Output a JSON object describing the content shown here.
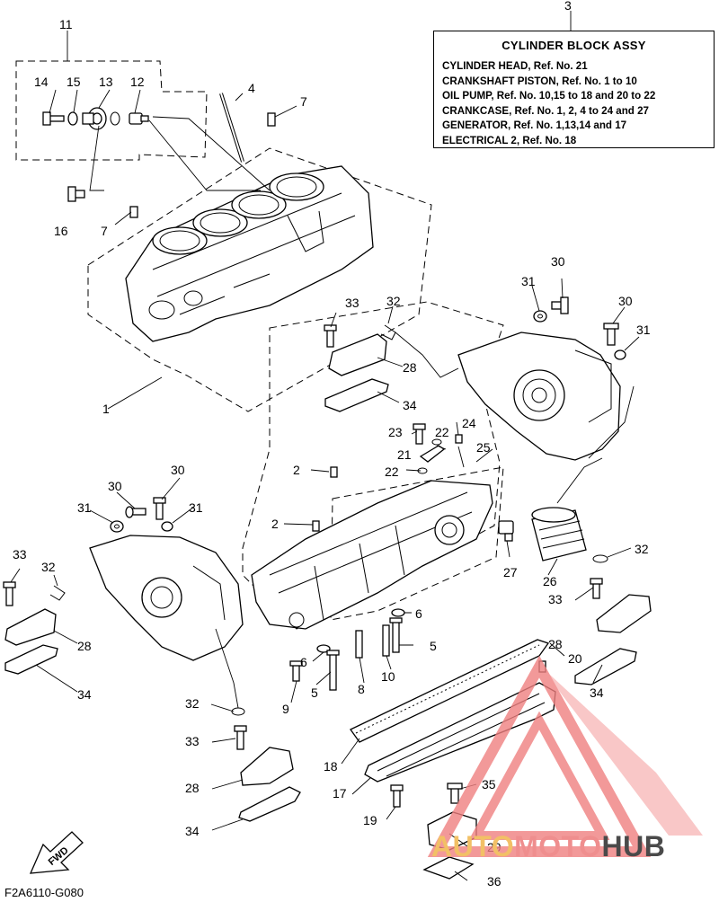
{
  "reference_box": {
    "title": "CYLINDER BLOCK ASSY",
    "lines": [
      "CYLINDER HEAD, Ref. No. 21",
      "CRANKSHAFT PISTON, Ref. No. 1 to 10",
      "OIL PUMP, Ref. No. 10,15 to 18 and 20 to 22",
      "CRANKCASE,  Ref. No. 1, 2, 4 to 24 and 27",
      "GENERATOR, Ref. No. 1,13,14 and 17",
      "ELECTRICAL 2, Ref. No. 18"
    ]
  },
  "part_numbers": [
    "1",
    "2",
    "3",
    "4",
    "5",
    "6",
    "7",
    "8",
    "9",
    "10",
    "11",
    "12",
    "13",
    "14",
    "15",
    "16",
    "17",
    "18",
    "19",
    "20",
    "21",
    "22",
    "23",
    "24",
    "25",
    "26",
    "27",
    "28",
    "29",
    "30",
    "31",
    "32",
    "33",
    "34",
    "35",
    "36"
  ],
  "labels": [
    {
      "id": "3",
      "text": "3"
    },
    {
      "id": "11",
      "text": "11"
    },
    {
      "id": "14",
      "text": "14"
    },
    {
      "id": "15",
      "text": "15"
    },
    {
      "id": "13",
      "text": "13"
    },
    {
      "id": "12",
      "text": "12"
    },
    {
      "id": "4",
      "text": "4"
    },
    {
      "id": "7a",
      "text": "7"
    },
    {
      "id": "7b",
      "text": "7"
    },
    {
      "id": "16",
      "text": "16"
    },
    {
      "id": "30a",
      "text": "30"
    },
    {
      "id": "31a",
      "text": "31"
    },
    {
      "id": "30b",
      "text": "30"
    },
    {
      "id": "31b",
      "text": "31"
    },
    {
      "id": "33a",
      "text": "33"
    },
    {
      "id": "32a",
      "text": "32"
    },
    {
      "id": "28a",
      "text": "28"
    },
    {
      "id": "34a",
      "text": "34"
    },
    {
      "id": "1",
      "text": "1"
    },
    {
      "id": "23",
      "text": "23"
    },
    {
      "id": "22a",
      "text": "22"
    },
    {
      "id": "24",
      "text": "24"
    },
    {
      "id": "21",
      "text": "21"
    },
    {
      "id": "25",
      "text": "25"
    },
    {
      "id": "22b",
      "text": "22"
    },
    {
      "id": "2a",
      "text": "2"
    },
    {
      "id": "2b",
      "text": "2"
    },
    {
      "id": "30c",
      "text": "30"
    },
    {
      "id": "31c",
      "text": "31"
    },
    {
      "id": "30d",
      "text": "30"
    },
    {
      "id": "31d",
      "text": "31"
    },
    {
      "id": "33b",
      "text": "33"
    },
    {
      "id": "32b",
      "text": "32"
    },
    {
      "id": "28b",
      "text": "28"
    },
    {
      "id": "34b",
      "text": "34"
    },
    {
      "id": "27",
      "text": "27"
    },
    {
      "id": "26",
      "text": "26"
    },
    {
      "id": "32c",
      "text": "32"
    },
    {
      "id": "33c",
      "text": "33"
    },
    {
      "id": "6a",
      "text": "6"
    },
    {
      "id": "5a",
      "text": "5"
    },
    {
      "id": "28c",
      "text": "28"
    },
    {
      "id": "20",
      "text": "20"
    },
    {
      "id": "6b",
      "text": "6"
    },
    {
      "id": "10",
      "text": "10"
    },
    {
      "id": "5b",
      "text": "5"
    },
    {
      "id": "8",
      "text": "8"
    },
    {
      "id": "9",
      "text": "9"
    },
    {
      "id": "34c",
      "text": "34"
    },
    {
      "id": "32d",
      "text": "32"
    },
    {
      "id": "33d",
      "text": "33"
    },
    {
      "id": "18",
      "text": "18"
    },
    {
      "id": "28d",
      "text": "28"
    },
    {
      "id": "17",
      "text": "17"
    },
    {
      "id": "35",
      "text": "35"
    },
    {
      "id": "34d",
      "text": "34"
    },
    {
      "id": "19",
      "text": "19"
    },
    {
      "id": "29",
      "text": "29"
    },
    {
      "id": "36",
      "text": "36"
    }
  ],
  "fwd_label": "FWD",
  "footer_code": "F2A6110-G080",
  "watermark": {
    "part1": "AUTO",
    "part2": "MOTO",
    "part3": "HUB"
  },
  "colors": {
    "watermark_triangle": "#f08080",
    "watermark_auto": "#f2c066",
    "watermark_moto": "#ef8e8e",
    "watermark_hub": "#4a4a4a"
  }
}
